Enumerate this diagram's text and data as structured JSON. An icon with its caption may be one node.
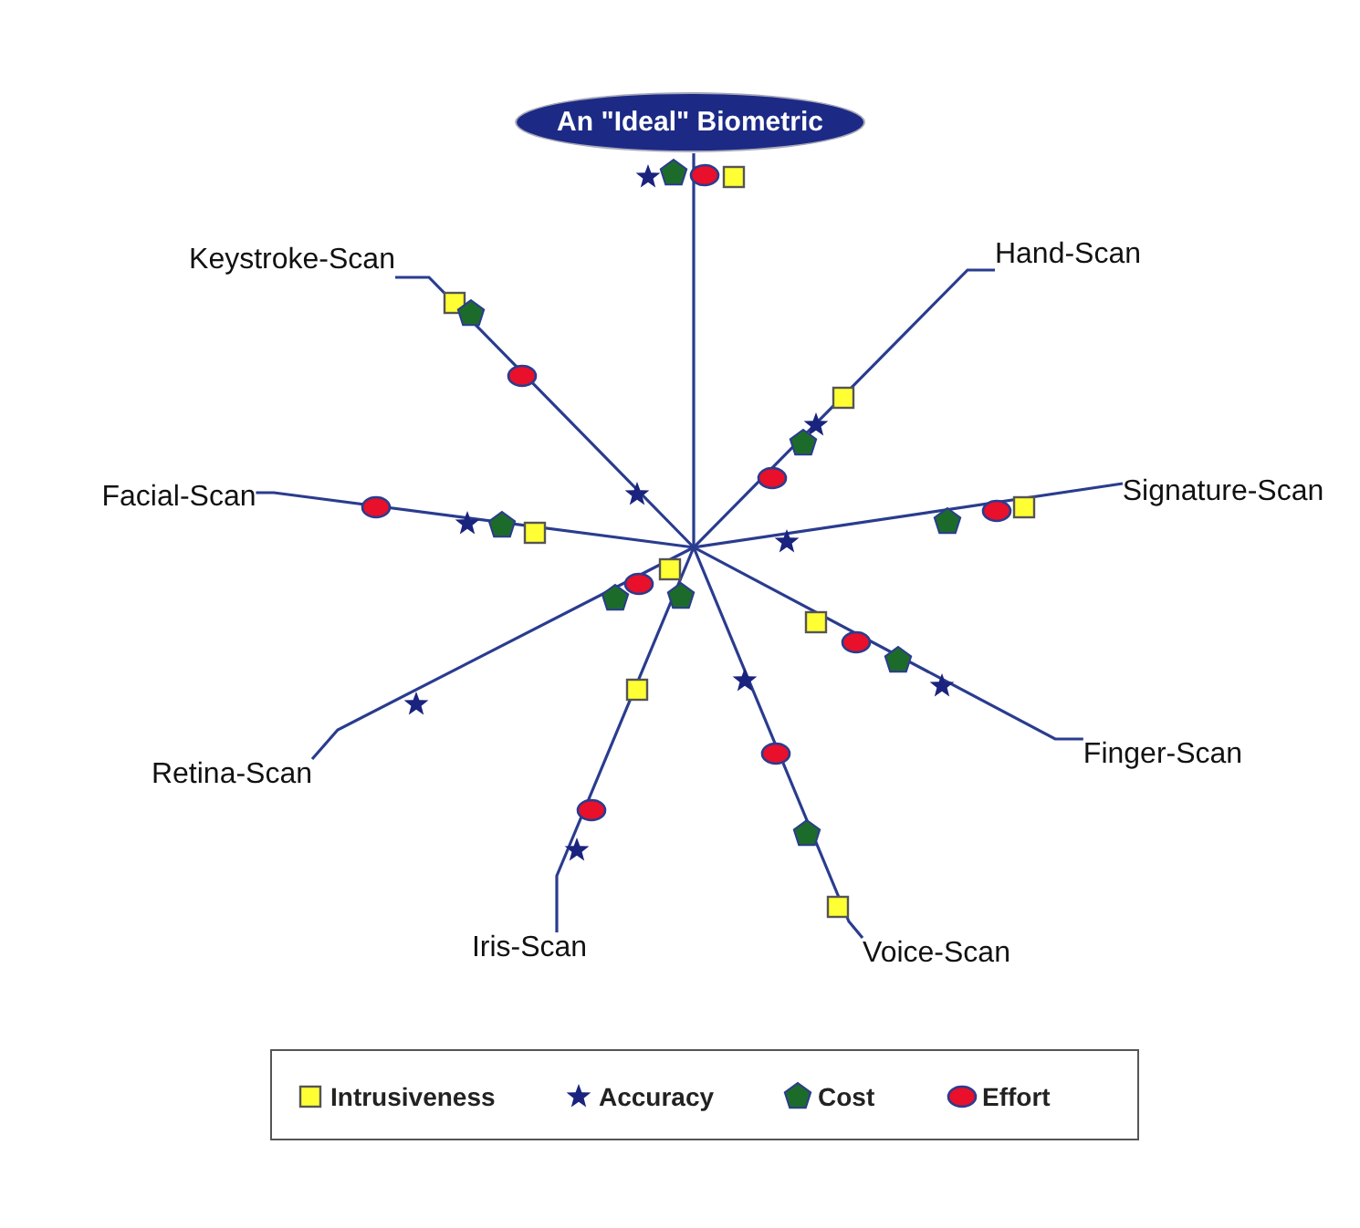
{
  "diagram": {
    "nodes": [
      {
        "text": [
          "An \"Ideal\" Biometric"
        ]
      },
      {
        "text": [
          "Keystroke-Scan"
        ]
      },
      {
        "text": [
          "Hand-Scan"
        ]
      },
      {
        "text": [
          "Facial-Scan"
        ]
      },
      {
        "text": [
          "Signature-Scan"
        ]
      },
      {
        "text": [
          "Retina-Scan"
        ]
      },
      {
        "text": [
          "Finger-Scan"
        ]
      },
      {
        "text": [
          "Iris-Scan"
        ]
      },
      {
        "text": [
          "Voice-Scan"
        ]
      }
    ],
    "edges": [
      {
        "from": null,
        "to": 0,
        "arrow": "none"
      },
      {
        "from": null,
        "to": 1,
        "arrow": "none"
      },
      {
        "from": null,
        "to": 2,
        "arrow": "none"
      },
      {
        "from": null,
        "to": 3,
        "arrow": "none"
      },
      {
        "from": null,
        "to": 4,
        "arrow": "none"
      },
      {
        "from": null,
        "to": 5,
        "arrow": "none"
      },
      {
        "from": null,
        "to": 6,
        "arrow": "none"
      },
      {
        "from": null,
        "to": 7,
        "arrow": "none"
      },
      {
        "from": null,
        "to": 8,
        "arrow": "none"
      }
    ],
    "legend": [
      {
        "text": "Intrusiveness"
      },
      {
        "text": "Accuracy"
      },
      {
        "text": "Cost"
      },
      {
        "text": "Effort"
      }
    ]
  }
}
